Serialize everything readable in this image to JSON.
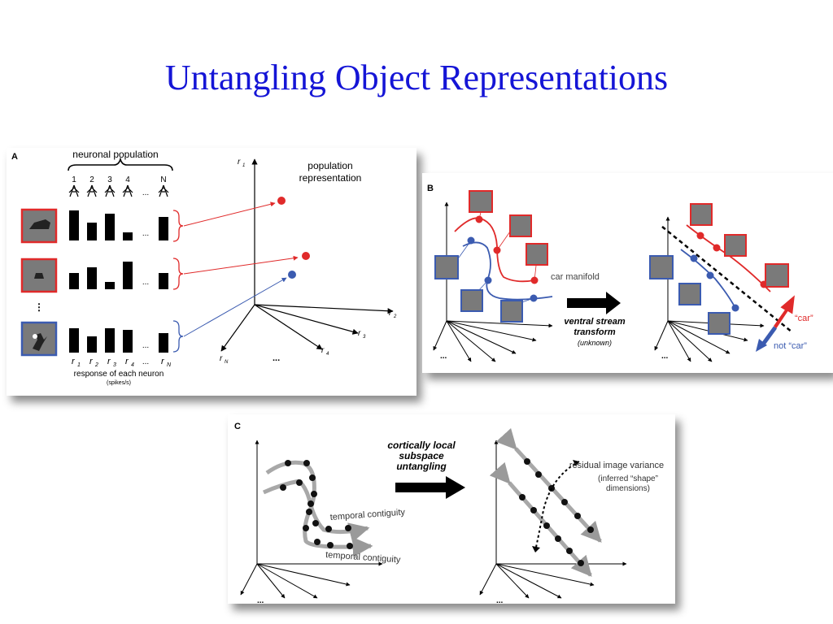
{
  "slide": {
    "title": "Untangling Object Representations"
  },
  "panel_a": {
    "letter": "A",
    "population_label": "neuronal population",
    "neuron_numbers": [
      "1",
      "2",
      "3",
      "4",
      "N"
    ],
    "ellipsis": "...",
    "response_label": "response of each neuron",
    "response_unit": "(spikes/s)",
    "axis_labels": {
      "r1": "r",
      "r1_sub": "1",
      "r2": "r",
      "r2_sub": "2",
      "r3": "r",
      "r3_sub": "3",
      "r4": "r",
      "r4_sub": "4",
      "rN": "r",
      "rN_sub": "N"
    },
    "representation_label_line1": "population",
    "representation_label_line2": "representation",
    "colors": {
      "car": "#e02a2a",
      "not_car": "#3b5bb0"
    }
  },
  "panel_b": {
    "letter": "B",
    "manifold_label": "car manifold",
    "transform_line1": "ventral stream",
    "transform_line2": "transform",
    "transform_line3": "(unknown)",
    "car_label": "“car”",
    "not_car_label": "not “car”",
    "ellipsis": "..."
  },
  "panel_c": {
    "letter": "C",
    "untangling_line1": "cortically local",
    "untangling_line2": "subspace",
    "untangling_line3": "untangling",
    "temporal_contiguity": "temporal contiguity",
    "residual_label": "residual image variance",
    "inferred_line1": "(inferred “shape”",
    "inferred_line2": "dimensions)",
    "ellipsis": "..."
  }
}
